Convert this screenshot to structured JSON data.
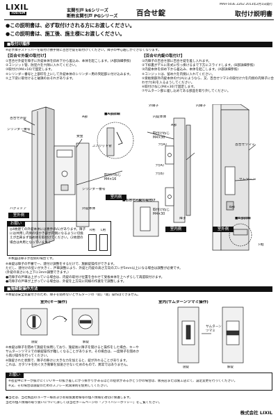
{
  "header": {
    "brand": "LIXIL",
    "sub_brand": "TOSTEM",
    "doc_code": "MAH-503E ZZ62  2013年2月1日発行",
    "series_line1": "玄関引戸 k6シリーズ",
    "series_line2": "断熱玄関引戸 PGシリーズ",
    "product": "百合せ錠",
    "doc_title": "取付け説明書"
  },
  "notices": [
    "●この説明書は、必ず取付けされる方にお渡しください。",
    "●この説明書は、施工後、施主様にお渡しください。"
  ],
  "section1": {
    "title": "■取付け順序",
    "note": "※必ず障子ストッパーを取付け勝手側に百合せ錠を取付けてください。障子の中心越しができなくなります。",
    "left_head": "【百合せ外錠の取付け】",
    "left_steps": [
      "①百合せ外錠を障子に外錠本体を斜め下から差込み、本体を起こします。(A部詳細参照)",
      "②コンジット管、防犯穴を穴隙に入れてください。",
      "③取付け(M4×16)で固定します。",
      "④シリンダー番号と上部印を上にして外錠本体のシリンダー用の突起部に付け込みます。",
      "⑤上下逆に取付けると破損のおそれがあります。"
    ],
    "right_head": "【百合せ内錠の取付け】",
    "right_steps": [
      "①内障子の百合せ部に百合せ錠を差し入れます。",
      "②下枠裏がデルに形式に引っ掛けるまで下方にスライドします。(B部詳細参照)",
      "③内錠本体を斜め下から差込み、本体を起こします。(A部詳細参照)",
      "④コンジットは、留め穴を内側に入れてください。",
      "⑤受板側部外内錠本体の穴(A)にようなら、又、百合せツマミの取付け穴を内側の内障子に合わせ穴(B)を入るようしてください。",
      "⑥取付けねじ(M4×30)で固定します。",
      "⑦サムターン部に差し込めてある部品を取り外してください。"
    ]
  },
  "diagram_labels": {
    "yuriawase_outer": "百合せ外錠",
    "cylinder_no": "シリンダー番号",
    "anchor": "受金",
    "conduit": "コンジット管",
    "fix_screw": "取付けねじ\nM4×16",
    "cylinder_no2": "シリンダー番号",
    "shoji": "ハグミドア",
    "outer_body": "外錠本体",
    "indoor_side": "室内側",
    "outdoor_side": "室外側",
    "a_detail": "■A部詳細",
    "a_part": "A部",
    "outer_door": "外障子",
    "inner_door": "内障子",
    "inner_body": "内錠本体",
    "tsumami": "百合せツマミ",
    "thumbturn": "サムターン",
    "fix_screw_30": "取付けねじ\nM4×30",
    "hole_a": "穴(A)",
    "hole_b": "穴(B)",
    "inner_lock_install": "■百合せ内錠の取付け",
    "shoji_frame": "障子",
    "b_detail": "■B部詳細",
    "b_part": "B部",
    "bottom_frame": "下框"
  },
  "cautions": {
    "head": "お願い",
    "items": [
      "◎4枚建ての外錠本体には勝手(R/L)があります。障子には共用し内側の切かき部が内側になるように切換えが出来まず留め体を取付けてください。(2枚建の場合は共用となっています。)",
      "※本図は障子が左側の場合です。"
    ],
    "rl_labels": [
      "R用",
      "L用"
    ]
  },
  "notes_mid": [
    "※本錠は障子の不審で一、建付け調整をするだけで、施解錠操作ができます。",
    "ただし、建付けの狂いが大きく、戸車調整により、外錠と内錠の高さ方向のズレが5mm以上になる場合は調整が必要です。",
    "(外錠の高さにも上下に3mm調整できます。)",
    "●内障子の戸車は上がっている場合は、内錠の取付け位置を合わせて受板本体を上へずらして再度取付けます。",
    "●内障子の戸車が上がっている場合は、外錠を上方向に同様の作業をで調整します。"
  ],
  "section2": {
    "title": "■施解錠操作方法",
    "note": "※本錠は安全装置付きのため、障子を閉めないとサムターンの「開」「閉」操作はできません。",
    "outdoor_head": "室外(キー操作)",
    "indoor_head": "室内(サムターンツマミ操作)",
    "locked": "施錠",
    "unlocked": "解錠",
    "thumb_label": "サムターン\nツマミ",
    "ops_notes": [
      "※本錠は障子を閉めて施錠を採用しており、施錠後に障子を開けると操作をした場合、キーやサムターンツマミでの解錠操作が難しくなることがあります。その場合は、一度障子を開めから再び操作を行ってください。",
      "※施錠された状態で、障子の隙けに大きな力を加えると、錠が外れることがあります。",
      "これは、ガタツキを防ぐ大き衝撃を加速させないためのもので、異常ではありません。"
    ]
  },
  "bottom_caution": {
    "head": "お願い",
    "lines": [
      "※密室中にキーが抜けにくいいキーの抜き差しにがっ掛かりがあるほどの症状があるかどうかの場合は、販売店または施工店にて、設定変更を行ってください。",
      "※又、その場合は施錠のためのスプレー式潤滑剤を使用してください。"
    ]
  },
  "footer": {
    "note1": "●当社は、当社製品のユーザー様およびお取扱業者様等の個人情報を適切に保護します。",
    "note2": "当社の個人情報の取り扱いについて詳しくは当社ホームページの「プライバシーポリシー」をご覧ください。",
    "company": "株式会社 LIXIL"
  }
}
